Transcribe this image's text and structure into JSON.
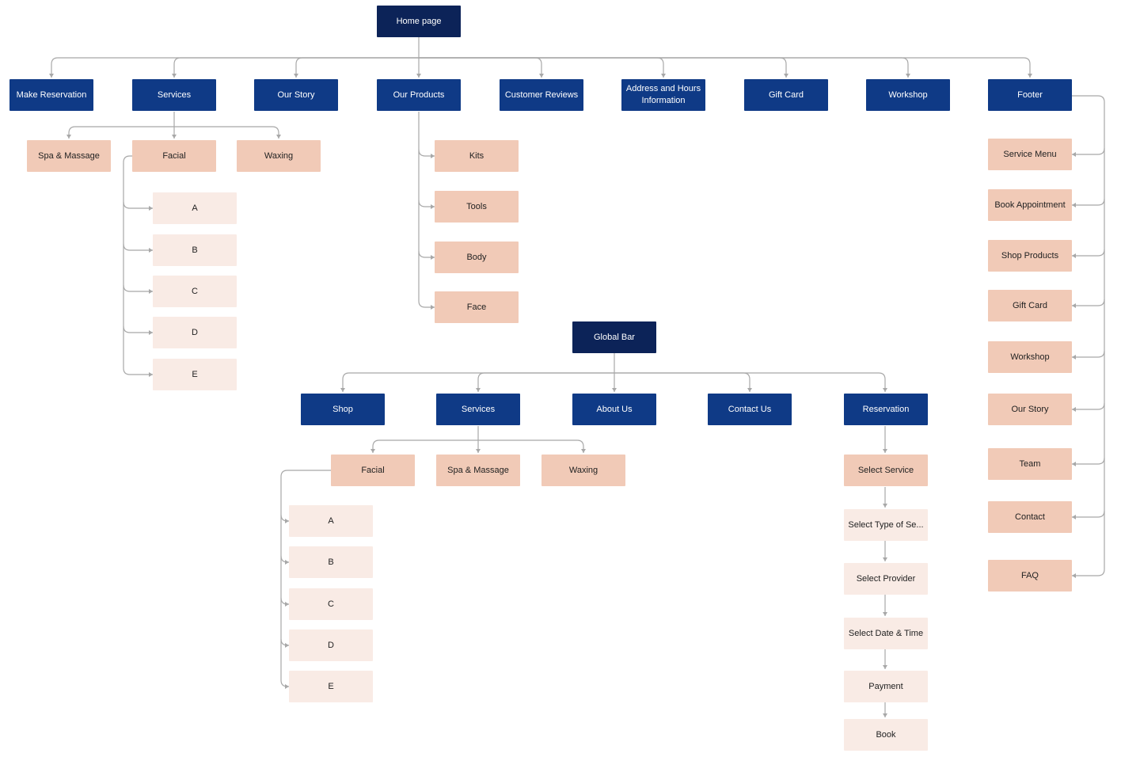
{
  "home": {
    "root": "Home page",
    "sections": [
      "Make Reservation",
      "Services",
      "Our Story",
      "Our Products",
      "Customer Reviews",
      "Address and Hours\nInformation",
      "Gift Card",
      "Workshop",
      "Footer"
    ],
    "services": {
      "items": [
        "Spa & Massage",
        "Facial",
        "Waxing"
      ],
      "facial_items": [
        "A",
        "B",
        "C",
        "D",
        "E"
      ]
    },
    "products": [
      "Kits",
      "Tools",
      "Body",
      "Face"
    ],
    "footer": [
      "Service Menu",
      "Book Appointment",
      "Shop Products",
      "Gift Card",
      "Workshop",
      "Our Story",
      "Team",
      "Contact",
      "FAQ"
    ]
  },
  "global": {
    "root": "Global Bar",
    "sections": [
      "Shop",
      "Services",
      "About Us",
      "Contact Us",
      "Reservation"
    ],
    "services": {
      "items": [
        "Facial",
        "Spa & Massage",
        "Waxing"
      ],
      "facial_items": [
        "A",
        "B",
        "C",
        "D",
        "E"
      ]
    },
    "reservation_steps": [
      "Select Service",
      "Select Type of Se...",
      "Select Provider",
      "Select Date & Time",
      "Payment",
      "Book"
    ]
  },
  "colors": {
    "root": "#0c2358",
    "section": "#0f3a86",
    "item": "#f1cab7",
    "subitem": "#f9ebe5",
    "connector": "#a8a8a8"
  }
}
